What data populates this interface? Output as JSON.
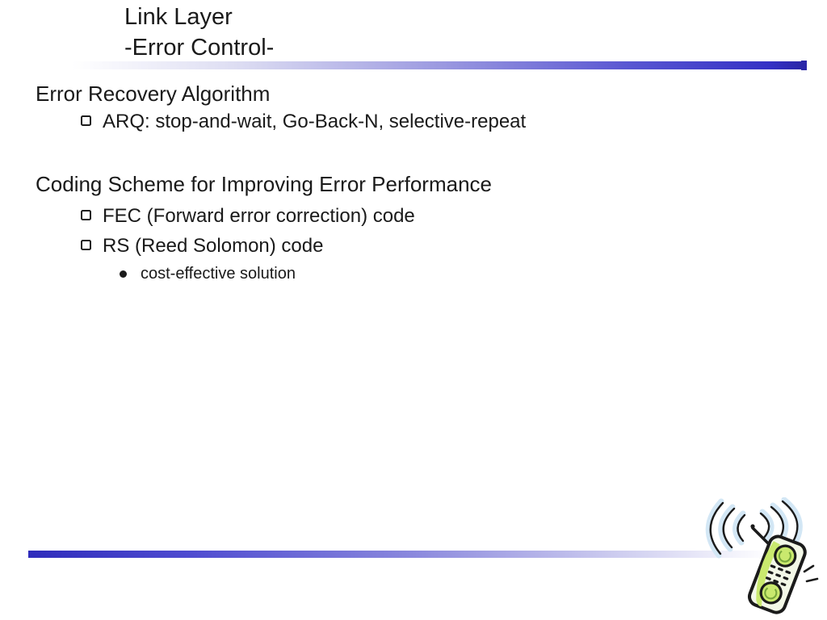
{
  "slide": {
    "title": {
      "line1": "Link Layer",
      "line2": "-Error Control-"
    },
    "sections": [
      {
        "heading": "Error Recovery Algorithm",
        "bullets": [
          {
            "marker": "square-outline-bullet",
            "text": "ARQ: stop-and-wait, Go-Back-N, selective-repeat"
          }
        ]
      },
      {
        "heading": "Coding Scheme for Improving Error Performance",
        "bullets": [
          {
            "marker": "square-outline-bullet",
            "text": "FEC (Forward error correction) code"
          },
          {
            "marker": "square-outline-bullet",
            "text": "RS (Reed Solomon) code"
          },
          {
            "marker": "filled-circle-bullet",
            "text": "cost-effective solution"
          }
        ]
      }
    ],
    "decorations": {
      "top_rule": "gradient-bar-white-to-blue",
      "bottom_rule": "gradient-bar-blue-to-white",
      "corner_art": "wireless-phone-with-radio-waves"
    }
  },
  "colors": {
    "accent": "#3431c5",
    "accent-dark": "#2a27a8",
    "text": "#1a1a1a",
    "phone-green": "#c9e96e",
    "phone-face": "#f3f8e7",
    "wave-blue": "#d3e7f5",
    "ink": "#1b1b1b"
  }
}
